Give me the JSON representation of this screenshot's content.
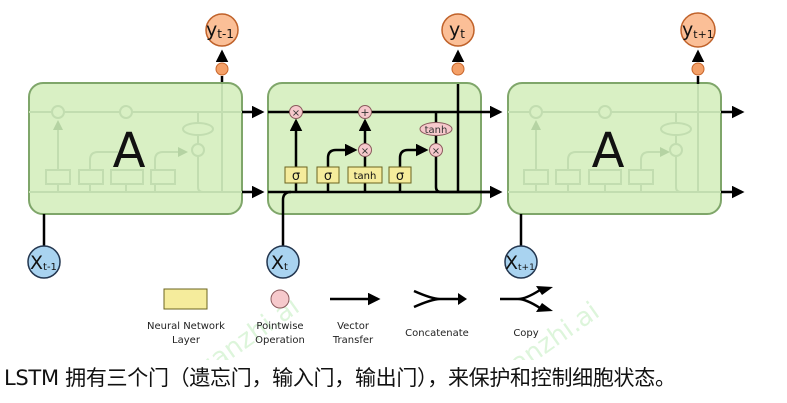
{
  "diagram": {
    "cells": [
      {
        "id": "prev",
        "label": "A",
        "input": {
          "base": "X",
          "sub": "t-1"
        },
        "output": {
          "base": "y",
          "sub": "t-1"
        },
        "faded": true
      },
      {
        "id": "current",
        "label": "",
        "input": {
          "base": "X",
          "sub": "t"
        },
        "output": {
          "base": "y",
          "sub": "t"
        },
        "faded": false
      },
      {
        "id": "next",
        "label": "A",
        "input": {
          "base": "X",
          "sub": "t+1"
        },
        "output": {
          "base": "y",
          "sub": "t+1"
        },
        "faded": true
      }
    ],
    "gates": {
      "layers": [
        "σ",
        "σ",
        "tanh",
        "σ"
      ],
      "pointwise_ops": [
        "×",
        "+",
        "×",
        "×"
      ],
      "output_tanh": "tanh"
    },
    "legend": [
      {
        "icon": "neural-network-layer",
        "label_lines": [
          "Neural Network",
          "Layer"
        ]
      },
      {
        "icon": "pointwise-operation",
        "label_lines": [
          "Pointwise",
          "Operation"
        ]
      },
      {
        "icon": "vector-transfer",
        "label_lines": [
          "Vector",
          "Transfer"
        ]
      },
      {
        "icon": "concatenate",
        "label_lines": [
          "Concatenate"
        ]
      },
      {
        "icon": "copy",
        "label_lines": [
          "Copy"
        ]
      }
    ],
    "colors": {
      "cell_fill": "#d9f0c4",
      "cell_stroke": "#7fa66a",
      "layer_fill": "#f5ec9c",
      "op_fill": "#f6c9cc",
      "output_fill": "#f9b98f",
      "output_stroke": "#d0672d",
      "input_fill": "#a9d3f0",
      "input_stroke": "#2b3f5a"
    }
  },
  "caption": "LSTM 拥有三个门（遗忘门，输入门，输出门），来保护和控制细胞状态。",
  "watermark": "zhuanzhi.ai"
}
